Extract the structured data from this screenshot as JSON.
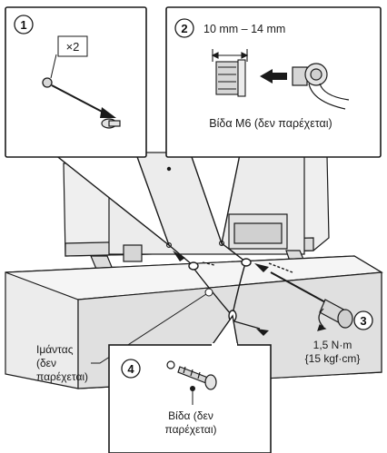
{
  "steps": {
    "s1": {
      "number": "1",
      "multiplier": "×2"
    },
    "s2": {
      "number": "2",
      "dimension": "10 mm – 14 mm",
      "screw_label": "Βίδα M6 (δεν παρέχεται)"
    },
    "s3": {
      "number": "3",
      "torque_line1": "1,5 N·m",
      "torque_line2": "{15 kgf·cm}"
    },
    "s4": {
      "number": "4",
      "screw_label_line1": "Βίδα (δεν",
      "screw_label_line2": "παρέχεται)"
    }
  },
  "strap": {
    "line1": "Ιμάντας",
    "line2": "(δεν",
    "line3": "παρέχεται)"
  },
  "colors": {
    "outline": "#1a1a1a",
    "callout_fill": "#ffffff",
    "tv_fill": "#f2f2f2",
    "stand_fill": "#e6e6e6"
  }
}
